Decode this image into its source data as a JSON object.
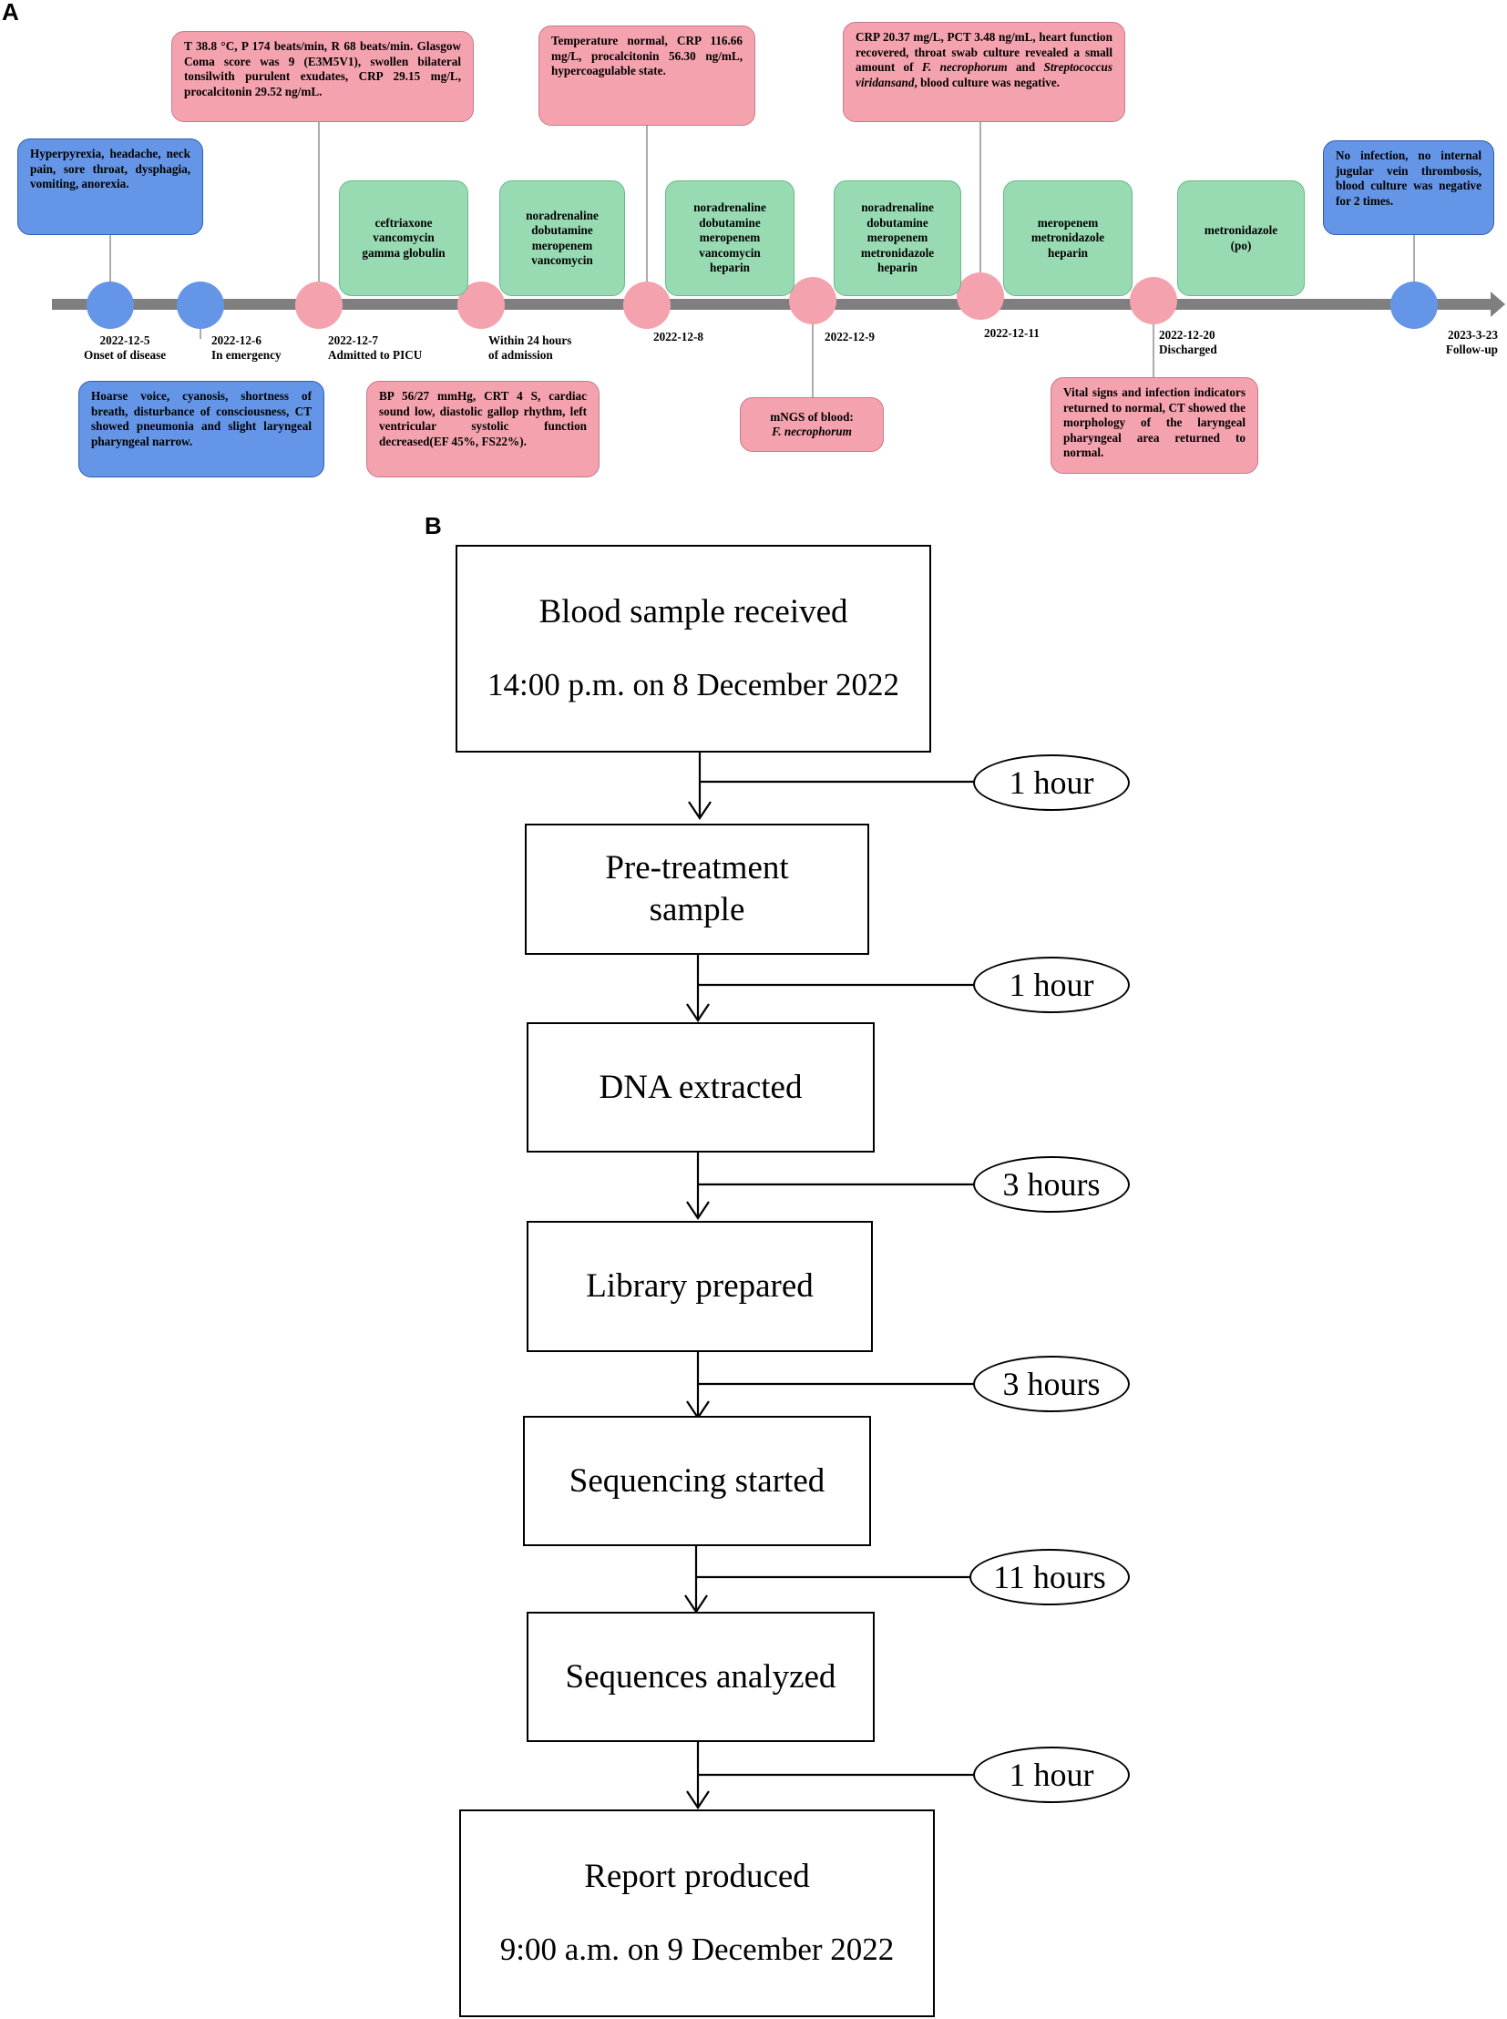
{
  "panel_a": {
    "label": "A",
    "events": [
      {
        "date": "2022-12-5",
        "caption": "Onset of disease"
      },
      {
        "date": "2022-12-6",
        "caption": "In emergency"
      },
      {
        "date": "2022-12-7",
        "caption": "Admitted to PICU"
      },
      {
        "date": "Within 24 hours",
        "caption": "of admission"
      },
      {
        "date": "2022-12-8",
        "caption": ""
      },
      {
        "date": "2022-12-9",
        "caption": ""
      },
      {
        "date": "2022-12-11",
        "caption": ""
      },
      {
        "date": "2022-12-20",
        "caption": "Discharged"
      },
      {
        "date": "2023-3-23",
        "caption": "Follow-up"
      }
    ],
    "notes": {
      "onset": "Hyperpyrexia, headache, neck pain, sore throat, dysphagia, vomiting, anorexia.",
      "emergency": "Hoarse voice, cyanosis, shortness of breath, disturbance of consciousness, CT showed pneumonia and slight laryngeal pharyngeal narrow.",
      "picu": "T 38.8 °C, P 174 beats/min, R 68 beats/min. Glasgow Coma score was 9 (E3M5V1), swollen bilateral tonsilwith purulent exudates, CRP 29.15 mg/L, procalcitonin 29.52 ng/mL.",
      "within24": "BP 56/27 mmHg, CRT 4 S, cardiac sound low, diastolic gallop rhythm, left ventricular systolic function decreased(EF 45%, FS22%).",
      "dec8": "Temperature normal, CRP 116.66 mg/L, procalcitonin 56.30 ng/mL, hypercoagulable state.",
      "dec9_line1": "mNGS of blood:",
      "dec9_line2": "F. necrophorum",
      "dec11_a": "CRP 20.37 mg/L, PCT 3.48 ng/mL, heart function recovered, throat swab culture revealed a small amount of ",
      "dec11_b": "F. necrophorum",
      "dec11_c": " and ",
      "dec11_d": "Streptococcus viridansand",
      "dec11_e": ", blood culture was negative.",
      "dec20": "Vital signs and infection indicators returned to normal, CT showed the morphology of the laryngeal pharyngeal area returned to normal.",
      "followup": "No infection, no internal jugular vein thrombosis, blood culture was negative for 2 times."
    },
    "treatments": {
      "t1": [
        "ceftriaxone",
        "vancomycin",
        "gamma globulin"
      ],
      "t2": [
        "noradrenaline",
        "dobutamine",
        "meropenem",
        "vancomycin"
      ],
      "t3": [
        "noradrenaline",
        "dobutamine",
        "meropenem",
        "vancomycin",
        "heparin"
      ],
      "t4": [
        "noradrenaline",
        "dobutamine",
        "meropenem",
        "metronidazole",
        "heparin"
      ],
      "t5": [
        "meropenem",
        "metronidazole",
        "heparin"
      ],
      "t6": [
        "metronidazole",
        "(po)"
      ]
    },
    "colors": {
      "timeline": "#7f7f7f",
      "blue": "#6495e6",
      "pink": "#f4a2ae",
      "green": "#98dbb3"
    }
  },
  "panel_b": {
    "label": "B",
    "steps": [
      {
        "title": "Blood sample received",
        "sub": "14:00 p.m. on 8 December 2022"
      },
      {
        "title": "Pre-treatment\nsample",
        "sub": ""
      },
      {
        "title": "DNA extracted",
        "sub": ""
      },
      {
        "title": "Library prepared",
        "sub": ""
      },
      {
        "title": "Sequencing started",
        "sub": ""
      },
      {
        "title": "Sequences analyzed",
        "sub": ""
      },
      {
        "title": "Report produced",
        "sub": "9:00 a.m. on 9 December 2022"
      }
    ],
    "durations": [
      "1 hour",
      "1 hour",
      "3 hours",
      "3 hours",
      "11 hours",
      "1 hour"
    ]
  }
}
